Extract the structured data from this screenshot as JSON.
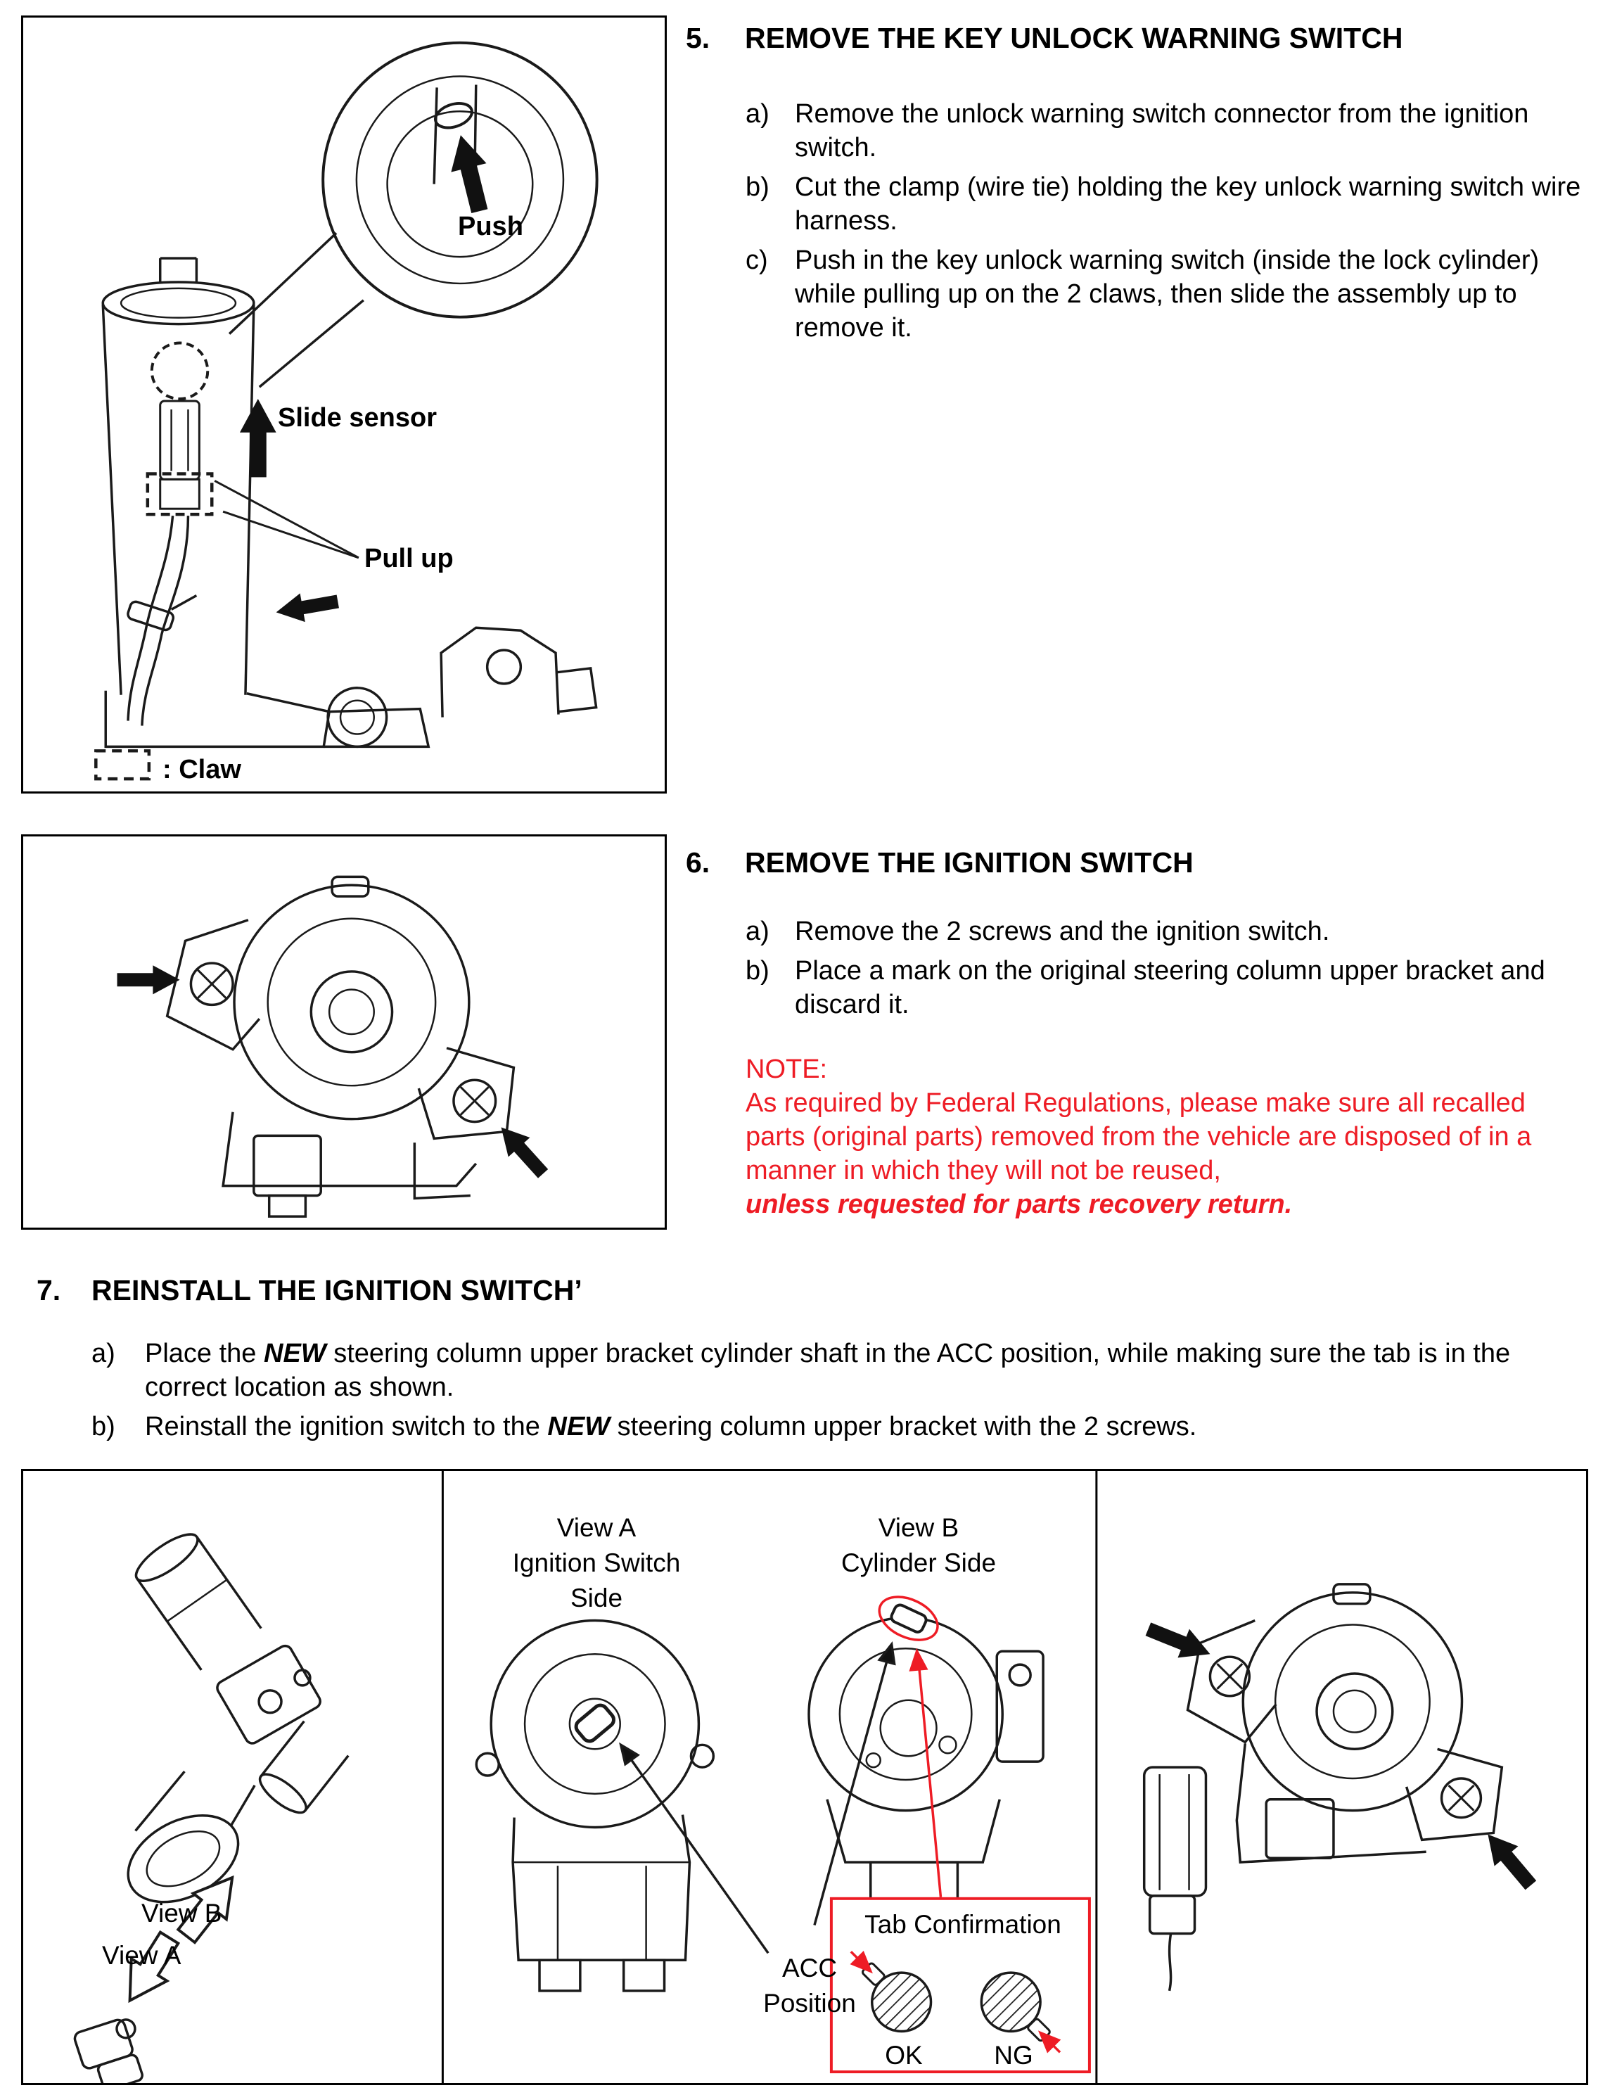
{
  "colors": {
    "note_red": "#ee1c25",
    "line": "#1a1a1a"
  },
  "figure1": {
    "push_label": "Push",
    "slide_sensor_label": "Slide sensor",
    "pull_up_label": "Pull up",
    "claw_label": ": Claw"
  },
  "step5": {
    "number": "5.",
    "title": "REMOVE THE KEY UNLOCK WARNING SWITCH",
    "items": [
      {
        "label": "a)",
        "text": "Remove the unlock warning switch connector from the ignition switch."
      },
      {
        "label": "b)",
        "text": "Cut the clamp (wire tie) holding the key unlock warning switch wire harness."
      },
      {
        "label": "c)",
        "text": "Push in the key unlock warning switch (inside the lock cylinder) while pulling up on the 2 claws, then slide the assembly up to remove it."
      }
    ]
  },
  "step6": {
    "number": "6.",
    "title": "REMOVE THE IGNITION SWITCH",
    "items": [
      {
        "label": "a)",
        "text": "Remove the 2 screws and the ignition switch."
      },
      {
        "label": "b)",
        "text": "Place a mark on the original steering column upper bracket and discard it."
      }
    ],
    "note_title": "NOTE:",
    "note_body": "As required by Federal Regulations, please make sure all recalled parts (original parts) removed from the vehicle are disposed of in a manner in which they will not be reused,",
    "note_emphasis": "unless requested for parts recovery return."
  },
  "step7": {
    "number": "7.",
    "title": "REINSTALL THE IGNITION SWITCH’",
    "items": [
      {
        "label": "a)",
        "pre": "Place the ",
        "emphasis": "NEW",
        "post": " steering column upper bracket cylinder shaft in the ACC position, while making sure the tab is in the correct location as shown."
      },
      {
        "label": "b)",
        "pre": "Reinstall the ignition switch to the ",
        "emphasis": "NEW",
        "post": " steering column upper bracket with the 2 screws."
      }
    ]
  },
  "figure3": {
    "panel1": {
      "view_b_label": "View B",
      "view_a_label": "View A"
    },
    "panel2": {
      "view_a_title": "View A",
      "view_a_sub1": "Ignition Switch",
      "view_a_sub2": "Side",
      "view_b_title": "View B",
      "view_b_sub": "Cylinder Side",
      "acc_line1": "ACC",
      "acc_line2": "Position",
      "tab_confirmation_label": "Tab Confirmation",
      "ok_label": "OK",
      "ng_label": "NG"
    }
  }
}
